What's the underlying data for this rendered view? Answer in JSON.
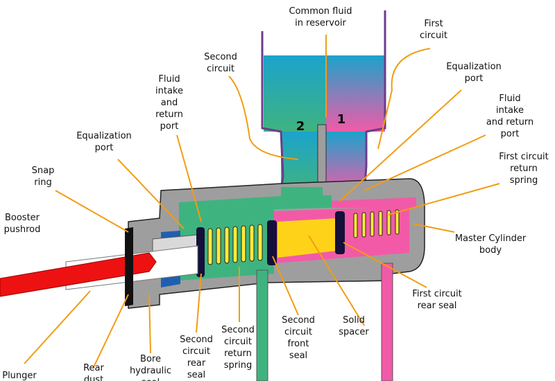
{
  "colors": {
    "body": "#9e9e9e",
    "second_circuit": "#3fb37f",
    "first_circuit": "#f25aa8",
    "reservoir_top": "#1ba3cc",
    "spacer": "#ffd21a",
    "pushrod": "#ee1111",
    "seal": "#14103a",
    "leader": "#f39c12"
  },
  "reservoir_numbers": {
    "second": "2",
    "first": "1"
  },
  "labels": [
    {
      "id": "common-fluid",
      "lines": [
        "Common fluid",
        "in reservoir"
      ]
    },
    {
      "id": "first-circuit",
      "lines": [
        "First",
        "circuit"
      ]
    },
    {
      "id": "second-circuit",
      "lines": [
        "Second",
        "circuit"
      ]
    },
    {
      "id": "equalization-port-right",
      "lines": [
        "Equalization",
        "port"
      ]
    },
    {
      "id": "fluid-intake-left",
      "lines": [
        "Fluid",
        "intake",
        "and",
        "return",
        "port"
      ]
    },
    {
      "id": "fluid-intake-right",
      "lines": [
        "Fluid",
        "intake",
        "and return",
        "port"
      ]
    },
    {
      "id": "equalization-port-left",
      "lines": [
        "Equalization",
        "port"
      ]
    },
    {
      "id": "first-circuit-return-spring",
      "lines": [
        "First circuit",
        "return",
        "spring"
      ]
    },
    {
      "id": "snap-ring",
      "lines": [
        "Snap",
        "ring"
      ]
    },
    {
      "id": "booster-pushrod",
      "lines": [
        "Booster",
        "pushrod"
      ]
    },
    {
      "id": "master-cylinder-body",
      "lines": [
        "Master Cylinder",
        "body"
      ]
    },
    {
      "id": "first-circuit-rear-seal",
      "lines": [
        "First circuit",
        "rear seal"
      ]
    },
    {
      "id": "solid-spacer",
      "lines": [
        "Solid",
        "spacer"
      ]
    },
    {
      "id": "second-circuit-front-seal",
      "lines": [
        "Second",
        "circuit",
        "front",
        "seal"
      ]
    },
    {
      "id": "second-circuit-return-spring",
      "lines": [
        "Second",
        "circuit",
        "return",
        "spring"
      ]
    },
    {
      "id": "second-circuit-rear-seal",
      "lines": [
        "Second",
        "circuit",
        "rear",
        "seal"
      ]
    },
    {
      "id": "bore-hydraulic-seal",
      "lines": [
        "Bore",
        "hydraulic",
        "seal"
      ]
    },
    {
      "id": "rear-dust",
      "lines": [
        "Rear",
        "dust"
      ]
    },
    {
      "id": "plunger",
      "lines": [
        "Plunger"
      ]
    }
  ]
}
